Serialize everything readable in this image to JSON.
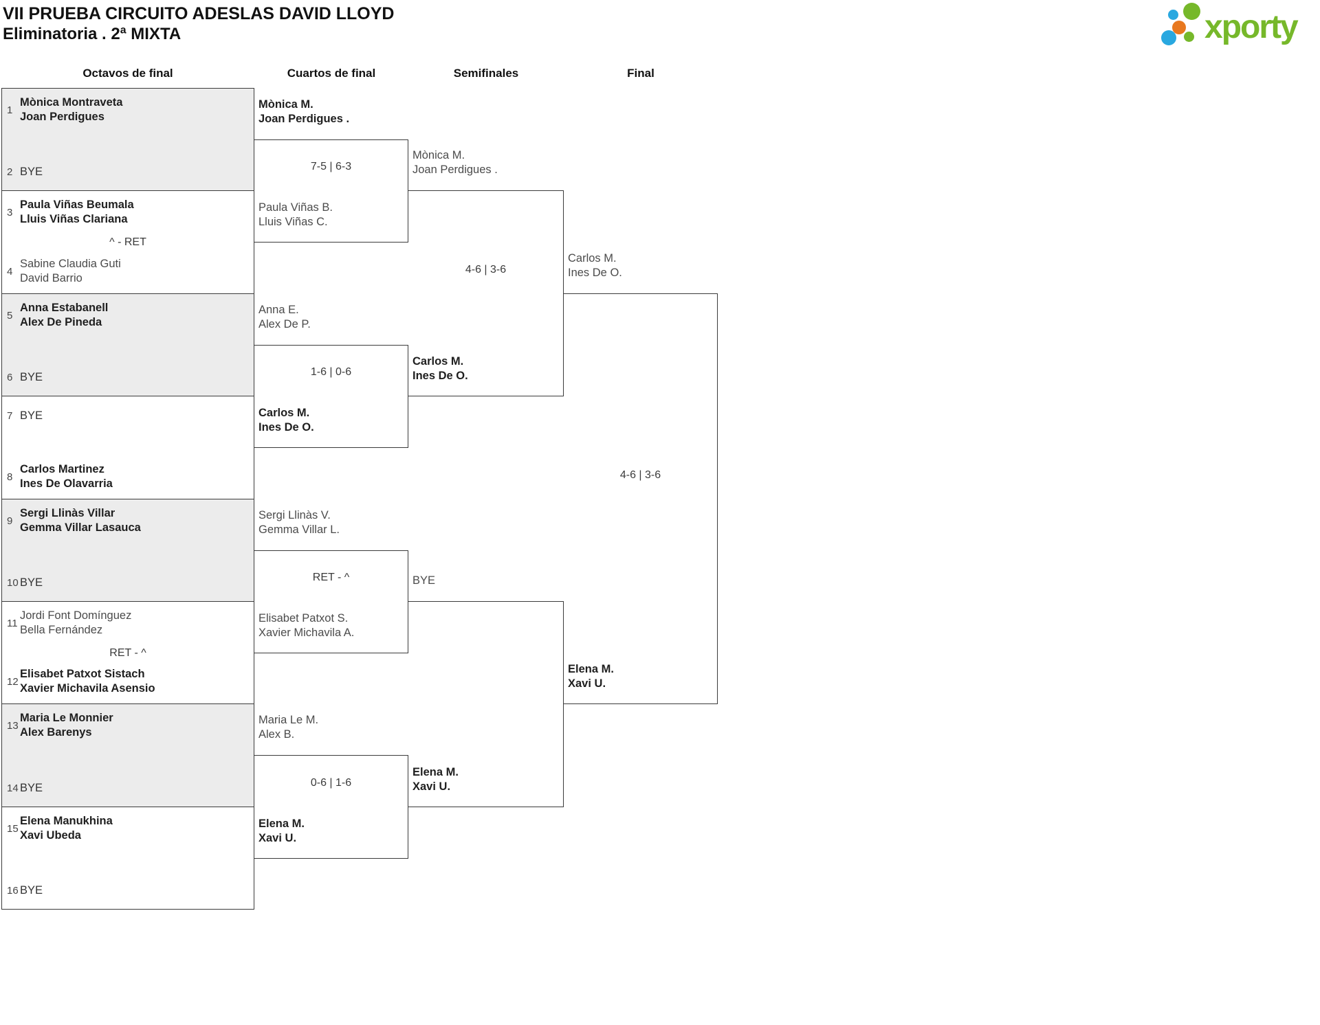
{
  "title": {
    "line1": "VII PRUEBA CIRCUITO ADESLAS DAVID LLOYD",
    "line2": "Eliminatoria . 2ª MIXTA"
  },
  "logo": {
    "text": "xporty",
    "colors": {
      "green": "#76b82a",
      "blue": "#29a8e0",
      "orange": "#e8781f"
    }
  },
  "rounds_headers": [
    "Octavos de final",
    "Cuartos de final",
    "Semifinales",
    "Final"
  ],
  "bracket": {
    "octavos": [
      {
        "shaded": true,
        "score": null,
        "top": {
          "seed": "1",
          "lines": [
            "Mònica Montraveta",
            "Joan Perdigues"
          ],
          "bold": true,
          "bye": false
        },
        "bottom": {
          "seed": "2",
          "lines": [
            "BYE"
          ],
          "bold": false,
          "bye": true
        }
      },
      {
        "shaded": false,
        "score": "^ - RET",
        "top": {
          "seed": "3",
          "lines": [
            "Paula Viñas Beumala",
            "Lluis Viñas Clariana"
          ],
          "bold": true,
          "bye": false
        },
        "bottom": {
          "seed": "4",
          "lines": [
            "Sabine Claudia Guti",
            "David Barrio"
          ],
          "bold": false,
          "bye": false
        }
      },
      {
        "shaded": true,
        "score": null,
        "top": {
          "seed": "5",
          "lines": [
            "Anna Estabanell",
            "Alex De Pineda"
          ],
          "bold": true,
          "bye": false
        },
        "bottom": {
          "seed": "6",
          "lines": [
            "BYE"
          ],
          "bold": false,
          "bye": true
        }
      },
      {
        "shaded": false,
        "score": null,
        "top": {
          "seed": "7",
          "lines": [
            "BYE"
          ],
          "bold": false,
          "bye": true
        },
        "bottom": {
          "seed": "8",
          "lines": [
            "Carlos Martinez",
            "Ines De Olavarria"
          ],
          "bold": true,
          "bye": false
        }
      },
      {
        "shaded": true,
        "score": null,
        "top": {
          "seed": "9",
          "lines": [
            "Sergi Llinàs Villar",
            "Gemma Villar Lasauca"
          ],
          "bold": true,
          "bye": false
        },
        "bottom": {
          "seed": "10",
          "lines": [
            "BYE"
          ],
          "bold": false,
          "bye": true
        }
      },
      {
        "shaded": false,
        "score": "RET - ^",
        "top": {
          "seed": "11",
          "lines": [
            "Jordi Font Domínguez",
            "Bella Fernández"
          ],
          "bold": false,
          "bye": false
        },
        "bottom": {
          "seed": "12",
          "lines": [
            "Elisabet Patxot Sistach",
            "Xavier Michavila Asensio"
          ],
          "bold": true,
          "bye": false
        }
      },
      {
        "shaded": true,
        "score": null,
        "top": {
          "seed": "13",
          "lines": [
            "Maria Le Monnier",
            "Alex Barenys"
          ],
          "bold": true,
          "bye": false
        },
        "bottom": {
          "seed": "14",
          "lines": [
            "BYE"
          ],
          "bold": false,
          "bye": true
        }
      },
      {
        "shaded": false,
        "score": null,
        "top": {
          "seed": "15",
          "lines": [
            "Elena Manukhina",
            "Xavi Ubeda"
          ],
          "bold": true,
          "bye": false
        },
        "bottom": {
          "seed": "16",
          "lines": [
            "BYE"
          ],
          "bold": false,
          "bye": true
        }
      }
    ],
    "cuartos": [
      {
        "score": "7-5 | 6-3",
        "top": {
          "lines": [
            "Mònica M.",
            "Joan Perdigues ."
          ],
          "bold": true
        },
        "bottom": {
          "lines": [
            "Paula Viñas B.",
            "Lluis Viñas C."
          ],
          "bold": false
        }
      },
      {
        "score": "1-6 | 0-6",
        "top": {
          "lines": [
            "Anna E.",
            "Alex De P."
          ],
          "bold": false
        },
        "bottom": {
          "lines": [
            "Carlos M.",
            "Ines De O."
          ],
          "bold": true
        }
      },
      {
        "score": "RET - ^",
        "top": {
          "lines": [
            "Sergi Llinàs V.",
            "Gemma Villar L."
          ],
          "bold": false
        },
        "bottom": {
          "lines": [
            "Elisabet Patxot S.",
            "Xavier Michavila A."
          ],
          "bold": false
        }
      },
      {
        "score": "0-6 | 1-6",
        "top": {
          "lines": [
            "Maria Le M.",
            "Alex B."
          ],
          "bold": false
        },
        "bottom": {
          "lines": [
            "Elena M.",
            "Xavi U."
          ],
          "bold": true
        }
      }
    ],
    "semifinales": [
      {
        "score": "4-6 | 3-6",
        "top": {
          "lines": [
            "Mònica M.",
            "Joan Perdigues ."
          ],
          "bold": false
        },
        "bottom": {
          "lines": [
            "Carlos M.",
            "Ines De O."
          ],
          "bold": true
        }
      },
      {
        "score": null,
        "top": {
          "lines": [
            "BYE"
          ],
          "bold": false
        },
        "bottom": {
          "lines": [
            "Elena M.",
            "Xavi U."
          ],
          "bold": true
        }
      }
    ],
    "final": [
      {
        "score": "4-6 | 3-6",
        "top": {
          "lines": [
            "Carlos M.",
            "Ines De O."
          ],
          "bold": false
        },
        "bottom": {
          "lines": [
            "Elena M.",
            "Xavi U."
          ],
          "bold": true
        }
      }
    ]
  }
}
